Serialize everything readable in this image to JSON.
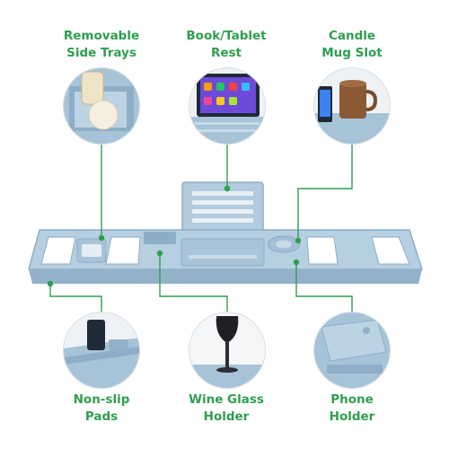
{
  "colors": {
    "accent_green": "#2e9e4f",
    "tray_blue": "#a7c3d8",
    "tray_blue_dark": "#8eaec7",
    "tray_blue_light": "#c4d8e7"
  },
  "features": [
    {
      "id": "side-trays",
      "line1": "Removable",
      "line2": "Side Trays",
      "icon": "soap-tray-icon"
    },
    {
      "id": "book-rest",
      "line1": "Book/Tablet",
      "line2": "Rest",
      "icon": "tablet-icon"
    },
    {
      "id": "candle-slot",
      "line1": "Candle",
      "line2": "Mug Slot",
      "icon": "mug-icon"
    },
    {
      "id": "non-slip-pads",
      "line1": "Non-slip",
      "line2": "Pads",
      "icon": "pad-icon"
    },
    {
      "id": "wine-holder",
      "line1": "Wine Glass",
      "line2": "Holder",
      "icon": "wine-glass-icon"
    },
    {
      "id": "phone-holder",
      "line1": "Phone",
      "line2": "Holder",
      "icon": "phone-slot-icon"
    }
  ]
}
